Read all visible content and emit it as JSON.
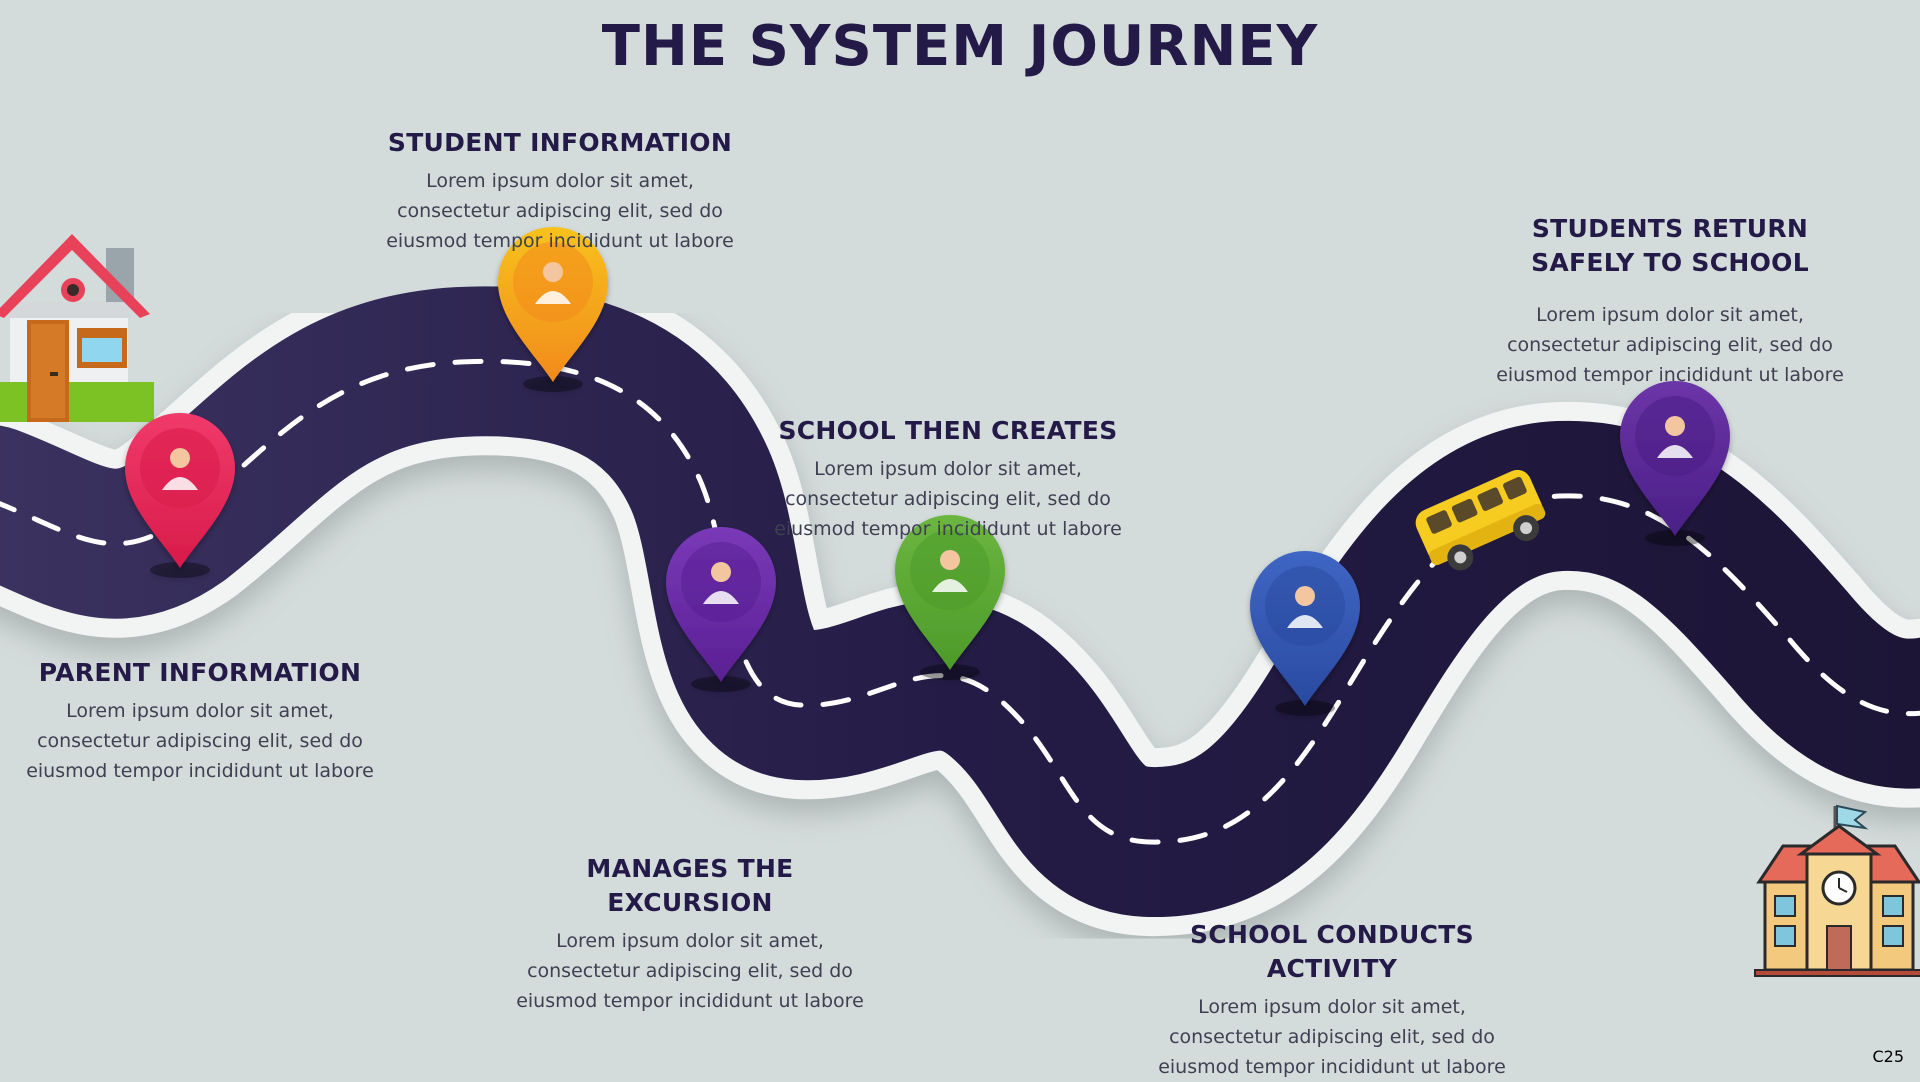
{
  "title": "THE SYSTEM JOURNEY",
  "slide_code": "C25",
  "colors": {
    "background": "#d4dbdb",
    "road": "#2a2148",
    "road_edge": "#f4f6f6",
    "heading": "#231a48",
    "body": "#3e4152"
  },
  "steps": [
    {
      "heading": "PARENT INFORMATION",
      "body": "Lorem ipsum dolor sit amet, consectetur adipiscing elit, sed do eiusmod tempor incididunt ut labore",
      "pin_color": "#d81b4a",
      "pin_color_light": "#f03a6a",
      "icon": "family-icon"
    },
    {
      "heading": "STUDENT INFORMATION",
      "body": "Lorem ipsum dolor sit amet, consectetur adipiscing elit, sed do eiusmod tempor incididunt ut labore",
      "pin_color": "#f28a1c",
      "pin_color_light": "#f7c21e",
      "icon": "students-group-icon"
    },
    {
      "heading": "MANAGES THE EXCURSION",
      "body": "Lorem ipsum dolor sit amet, consectetur adipiscing elit, sed do eiusmod tempor incididunt ut labore",
      "pin_color": "#5a1f93",
      "pin_color_light": "#7a3ab8",
      "icon": "manager-icon"
    },
    {
      "heading": "SCHOOL THEN CREATES",
      "body": "Lorem ipsum dolor sit amet, consectetur adipiscing elit, sed do eiusmod tempor incididunt ut labore",
      "pin_color": "#4d9a2a",
      "pin_color_light": "#6cb640",
      "icon": "art-supplies-icon"
    },
    {
      "heading": "SCHOOL CONDUCTS ACTIVITY",
      "body": "Lorem ipsum dolor sit amet, consectetur adipiscing elit, sed do eiusmod tempor incididunt ut labore",
      "pin_color": "#2a4aa0",
      "pin_color_light": "#3f66c4",
      "icon": "scales-icon"
    },
    {
      "heading": "STUDENTS RETURN SAFELY TO SCHOOL",
      "body": "Lorem ipsum dolor sit amet, consectetur adipiscing elit, sed do eiusmod tempor incididunt ut labore",
      "pin_color": "#4a1f85",
      "pin_color_light": "#6c35a8",
      "icon": "graduate-shield-icon"
    }
  ],
  "decorations": {
    "start": "house-icon",
    "vehicle": "school-bus-icon",
    "end": "school-building-icon"
  }
}
